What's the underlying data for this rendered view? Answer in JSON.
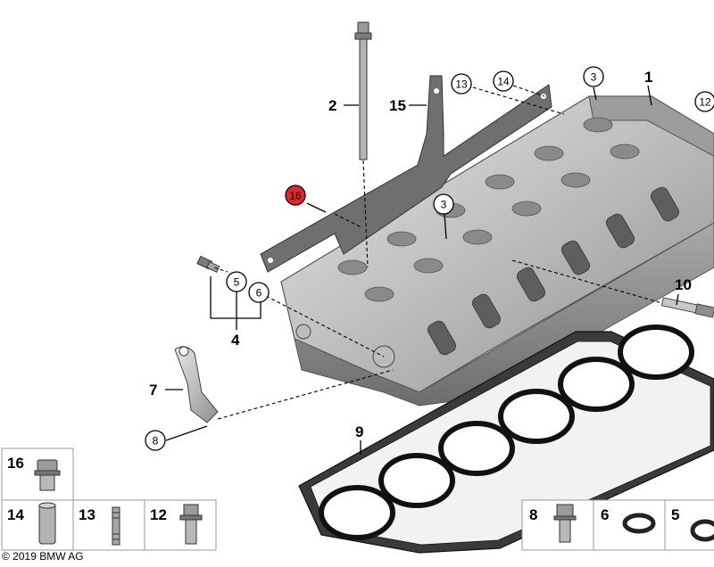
{
  "diagram": {
    "labels": {
      "p1": "1",
      "p2": "2",
      "p3a": "3",
      "p3b": "3",
      "p4": "4",
      "p5": "5",
      "p6": "6",
      "p7": "7",
      "p8": "8",
      "p9": "9",
      "p10": "10",
      "p12": "12",
      "p13": "13",
      "p14": "14",
      "p15": "15",
      "p16": "16"
    },
    "table": {
      "c16": "16",
      "c14": "14",
      "c13": "13",
      "c12": "12",
      "c8": "8",
      "c6": "6",
      "c5": "5"
    },
    "highlight_color": "#e2262b",
    "copyright": "© 2019 BMW AG"
  }
}
